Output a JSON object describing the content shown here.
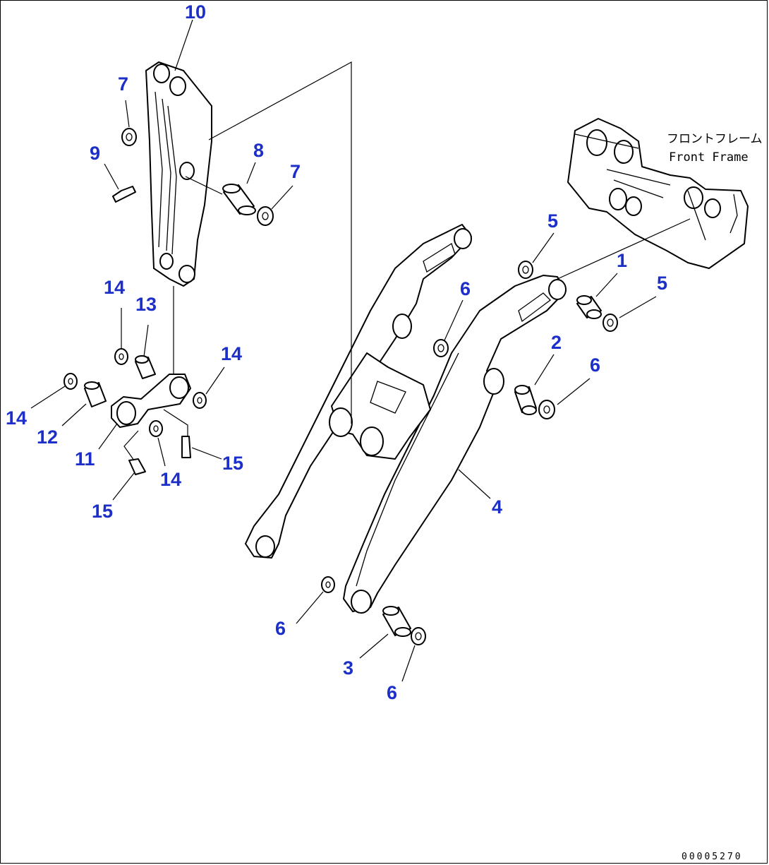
{
  "diagram": {
    "callouts": {
      "c1": "1",
      "c2": "2",
      "c3": "3",
      "c4": "4",
      "c5a": "5",
      "c5b": "5",
      "c6a": "6",
      "c6b": "6",
      "c6c": "6",
      "c6d": "6",
      "c7a": "7",
      "c7b": "7",
      "c8": "8",
      "c9": "9",
      "c10": "10",
      "c11": "11",
      "c12": "12",
      "c13": "13",
      "c14a": "14",
      "c14b": "14",
      "c14c": "14",
      "c14d": "14",
      "c15a": "15",
      "c15b": "15"
    },
    "frame_label_jp": "フロントフレーム",
    "frame_label_en": "Front Frame",
    "drawing_code": "00005270",
    "colors": {
      "callout": "#1c2fc8",
      "line": "#000000"
    }
  }
}
